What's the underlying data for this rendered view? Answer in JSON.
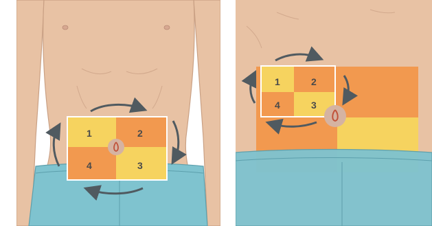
{
  "front_view": {
    "quadrants": [
      {
        "label": "1",
        "color": "#f6d35f"
      },
      {
        "label": "2",
        "color": "#f2994f"
      },
      {
        "label": "4",
        "color": "#f2994f"
      },
      {
        "label": "3",
        "color": "#f6d35f"
      }
    ]
  },
  "close_view": {
    "quadrants": [
      {
        "label": "1",
        "color": "#f6d35f"
      },
      {
        "label": "2",
        "color": "#f2994f"
      },
      {
        "label": "4",
        "color": "#f2994f"
      },
      {
        "label": "3",
        "color": "#f6d35f"
      }
    ]
  },
  "colors": {
    "skin": "#e8c2a4",
    "skin_line": "#c9a084",
    "pants": "#7fc3cf",
    "pants_line": "#5c9fac",
    "orange": "#f2994f",
    "yellow": "#f6d35f",
    "arrow": "#505a60",
    "navel_circle": "#d5b3a2"
  }
}
